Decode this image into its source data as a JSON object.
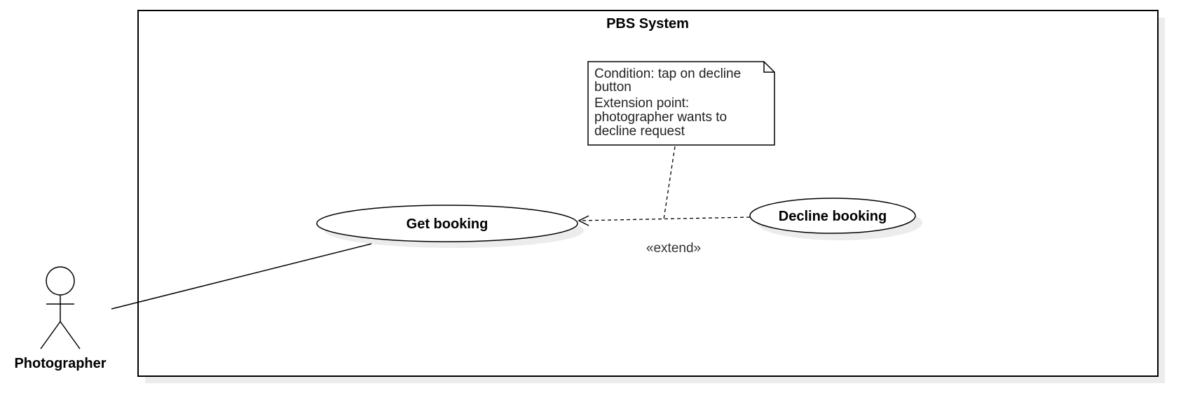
{
  "system": {
    "title": "PBS System"
  },
  "actor": {
    "label": "Photographer"
  },
  "use_cases": {
    "get_booking": "Get booking",
    "decline_booking": "Decline booking"
  },
  "note": {
    "condition_line1": "Condition: tap on decline",
    "condition_line2": "button",
    "extension_line1": "Extension point:",
    "extension_line2": "photographer wants to",
    "extension_line3": "decline request"
  },
  "relationship": {
    "stereotype": "«extend»"
  },
  "colors": {
    "stroke": "#000000",
    "shadow": "#e6e6e6",
    "background": "#ffffff"
  }
}
